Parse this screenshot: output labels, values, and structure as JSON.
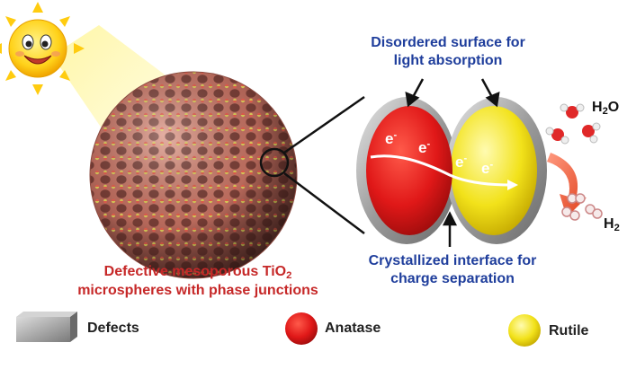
{
  "labels": {
    "disordered_line1": "Disordered surface for",
    "disordered_line2": "light absorption",
    "crystallized_line1": "Crystallized interface for",
    "crystallized_line2": "charge separation",
    "sphere_line1": "Defective mesoporous TiO",
    "sphere_line1_sub": "2",
    "sphere_line2": "microspheres with phase junctions",
    "water": "H",
    "water_sub": "2",
    "water_tail": "O",
    "hydrogen": "H",
    "hydrogen_sub": "2",
    "electron": "e",
    "electron_sup": "-"
  },
  "legend": [
    {
      "label": "Defects",
      "swatch": "gray-block-icon",
      "color": "#9a9a9a"
    },
    {
      "label": "Anatase",
      "swatch": "red-sphere-icon",
      "color": "#e01818"
    },
    {
      "label": "Rutile",
      "swatch": "yellow-sphere-icon",
      "color": "#f2e21a"
    }
  ],
  "colors": {
    "blue_text": "#1f3e9c",
    "red_text": "#c62828",
    "anatase": "#e01818",
    "rutile": "#f2e21a",
    "shell": "#9a9a9a",
    "sphere": "#c97a6a",
    "sun": "#ffd21a"
  }
}
